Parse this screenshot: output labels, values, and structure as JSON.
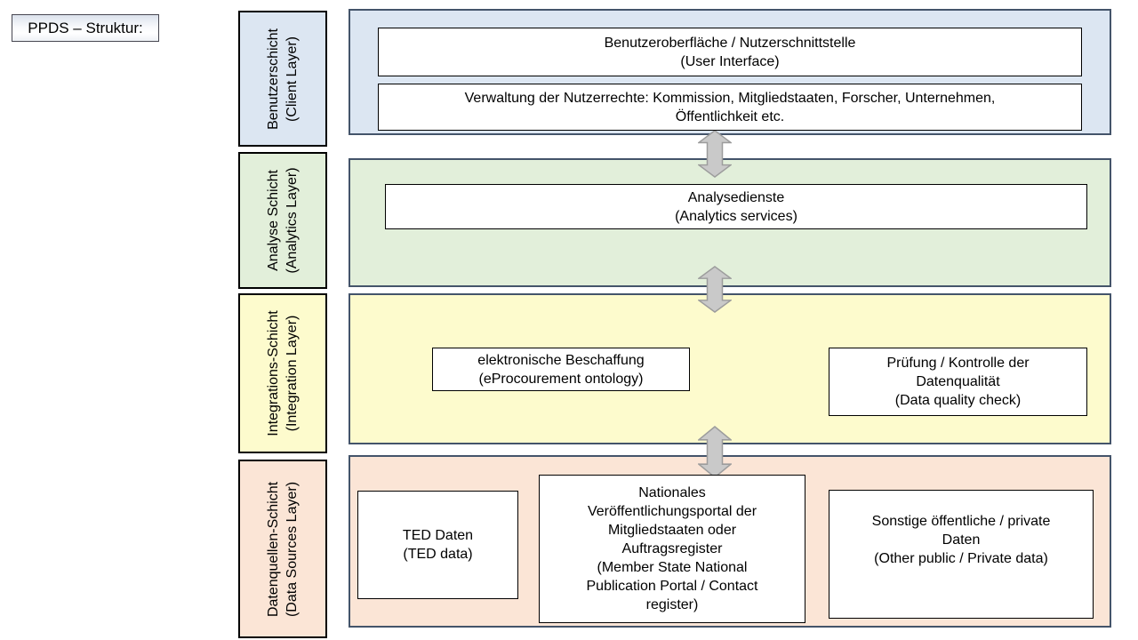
{
  "title": "PPDS – Struktur:",
  "colors": {
    "client_layer": "#dce6f2",
    "analytics_layer": "#e2efda",
    "integration_layer": "#fdfbcd",
    "data_sources_layer": "#fbe5d6",
    "band_border": "#44546a",
    "label_border": "#000000",
    "box_border": "#000000",
    "arrow_fill": "#c9c9c9",
    "arrow_stroke": "#9c9c9c",
    "text": "#000000"
  },
  "layers": [
    {
      "label": [
        "Benutzerschicht",
        "(Client Layer)"
      ],
      "boxes": [
        {
          "lines": [
            "Benutzeroberfläche / Nutzerschnittstelle",
            "(User Interface)"
          ]
        },
        {
          "lines": [
            "Verwaltung der Nutzerrechte: Kommission, Mitgliedstaaten, Forscher, Unternehmen,",
            "Öffentlichkeit etc."
          ]
        }
      ]
    },
    {
      "label": [
        "Analyse Schicht",
        "(Analytics Layer)"
      ],
      "boxes": [
        {
          "lines": [
            "Analysedienste",
            "(Analytics services)"
          ]
        }
      ]
    },
    {
      "label": [
        "Integrations-Schicht",
        "(Integration Layer)"
      ],
      "boxes": [
        {
          "lines": [
            "elektronische Beschaffung",
            "(eProcourement ontology)"
          ]
        },
        {
          "lines": [
            "Prüfung / Kontrolle der",
            "Datenqualität",
            "(Data quality check)"
          ]
        }
      ]
    },
    {
      "label": [
        "Datenquellen-Schicht",
        "(Data Sources Layer)"
      ],
      "boxes": [
        {
          "lines": [
            "TED Daten",
            "(TED data)"
          ]
        },
        {
          "lines": [
            "Nationales",
            "Veröffentlichungsportal der",
            "Mitgliedstaaten oder",
            "Auftragsregister",
            "(Member State National",
            "Publication Portal / Contact",
            "register)"
          ]
        },
        {
          "lines": [
            "Sonstige öffentliche / private",
            "Daten",
            "(Other public / Private data)"
          ]
        }
      ]
    }
  ]
}
